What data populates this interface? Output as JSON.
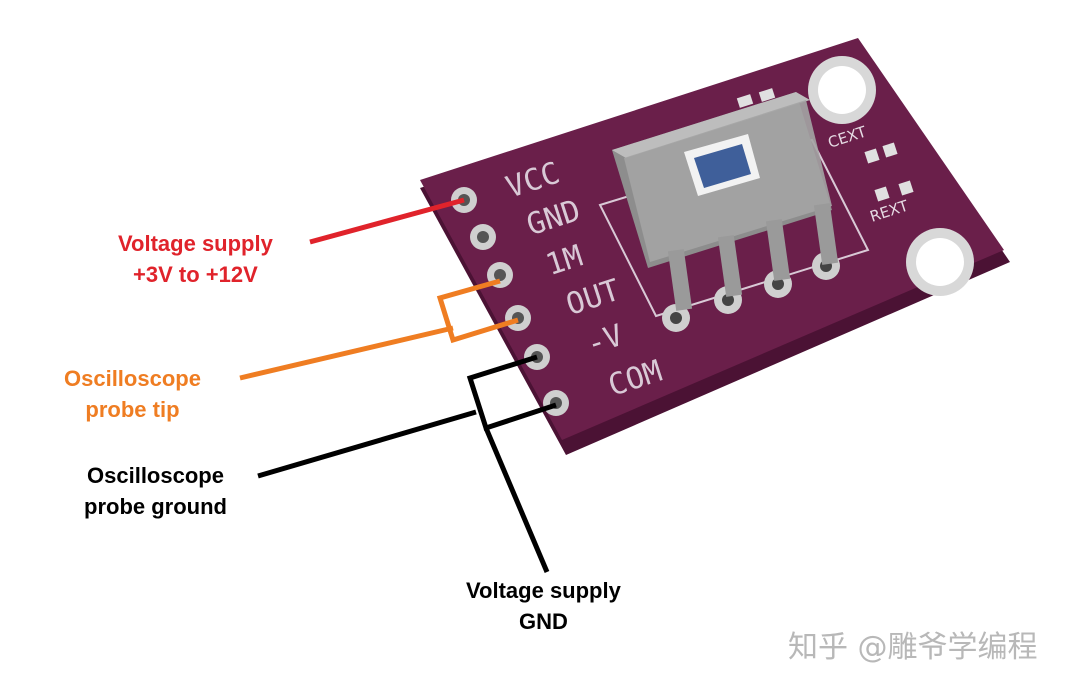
{
  "colors": {
    "pcb": "#6a1f4a",
    "pcb_edge": "#4b1234",
    "silkscreen": "#d9c9d6",
    "pad": "#cfcfcf",
    "red": "#e0232b",
    "orange": "#ef7d22",
    "black": "#000000",
    "sensor": "#3f5f9a"
  },
  "board": {
    "pin_labels": [
      "VCC",
      "GND",
      "1M",
      "OUT",
      "-V",
      "COM"
    ],
    "silk_labels": [
      "CEXT",
      "REXT"
    ]
  },
  "callouts": {
    "supply_line1": "Voltage supply",
    "supply_line2": "+3V to +12V",
    "tip_line1": "Oscilloscope",
    "tip_line2": "probe tip",
    "ground_line1": "Oscilloscope",
    "ground_line2": "probe ground",
    "gnd_line1": "Voltage supply",
    "gnd_line2": "GND"
  },
  "watermark": "知乎 @雕爷学编程"
}
